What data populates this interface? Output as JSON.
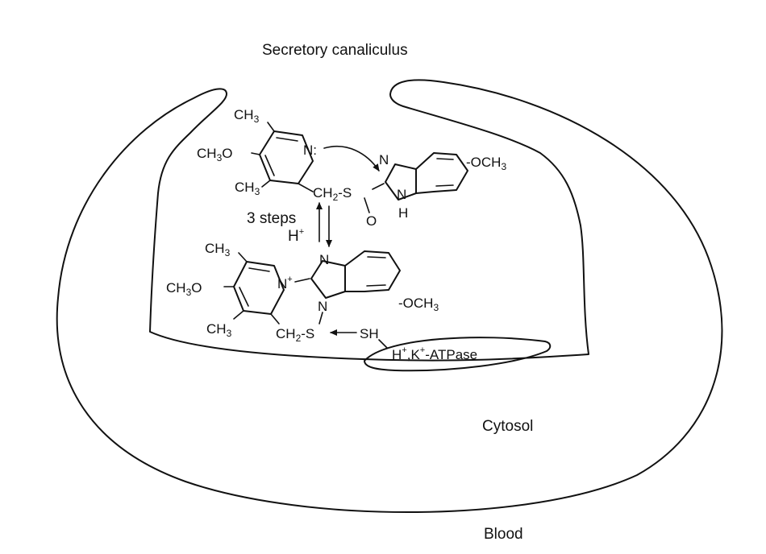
{
  "labels": {
    "secretory_canaliculus": "Secretory canaliculus",
    "cytosol": "Cytosol",
    "blood": "Blood",
    "steps": "3 steps",
    "proton": "H",
    "proton_charge": "+",
    "enzyme_h": "H",
    "enzyme_k": "K",
    "enzyme_suffix": "-ATPase",
    "plus": "+"
  },
  "groups": {
    "ch3": "CH",
    "ch3_sub": "3",
    "ch3o": "CH",
    "ch3o_sub": "3",
    "ch3o_o": "O",
    "och3_o": "-OCH",
    "och3_sub": "3",
    "ch2": "CH",
    "ch2_sub": "2",
    "s": "S",
    "o": "O",
    "n": "N",
    "n_lone_pair": "N:",
    "h": "H",
    "sh": "SH",
    "dash": "-"
  }
}
